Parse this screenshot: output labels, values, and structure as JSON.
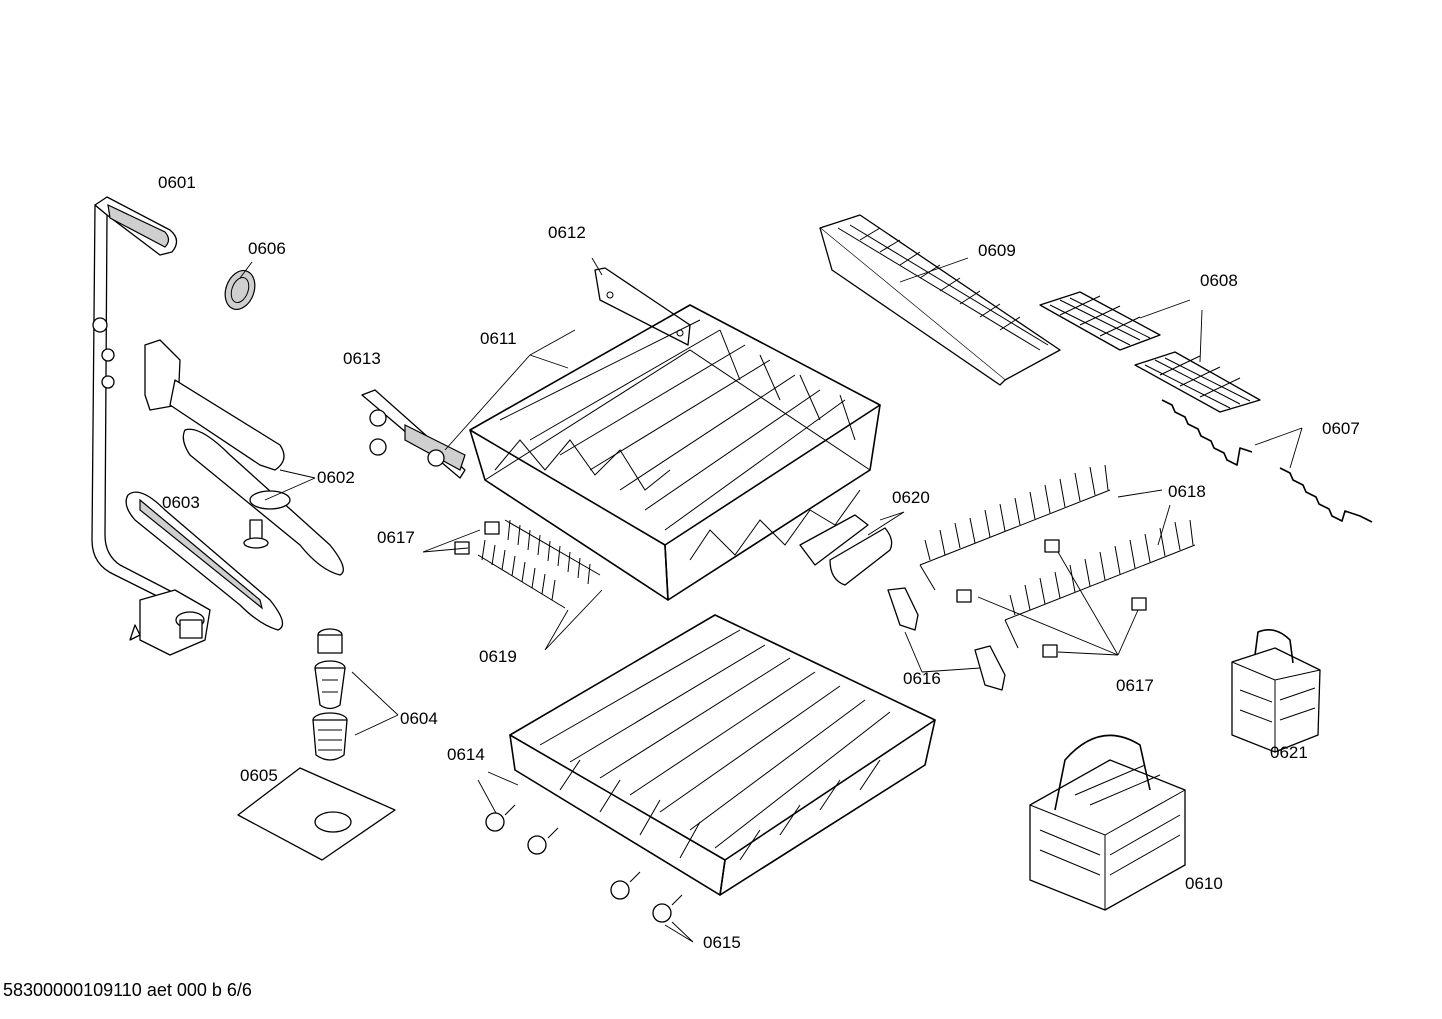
{
  "labels": {
    "p0601": "0601",
    "p0602": "0602",
    "p0603": "0603",
    "p0604": "0604",
    "p0605": "0605",
    "p0606": "0606",
    "p0607": "0607",
    "p0608": "0608",
    "p0609": "0609",
    "p0610": "0610",
    "p0611": "0611",
    "p0612": "0612",
    "p0613": "0613",
    "p0614": "0614",
    "p0615": "0615",
    "p0616": "0616",
    "p0617a": "0617",
    "p0617b": "0617",
    "p0618": "0618",
    "p0619": "0619",
    "p0620": "0620",
    "p0621": "0621"
  },
  "footer": "58300000109110 aet 000 b 6/6"
}
